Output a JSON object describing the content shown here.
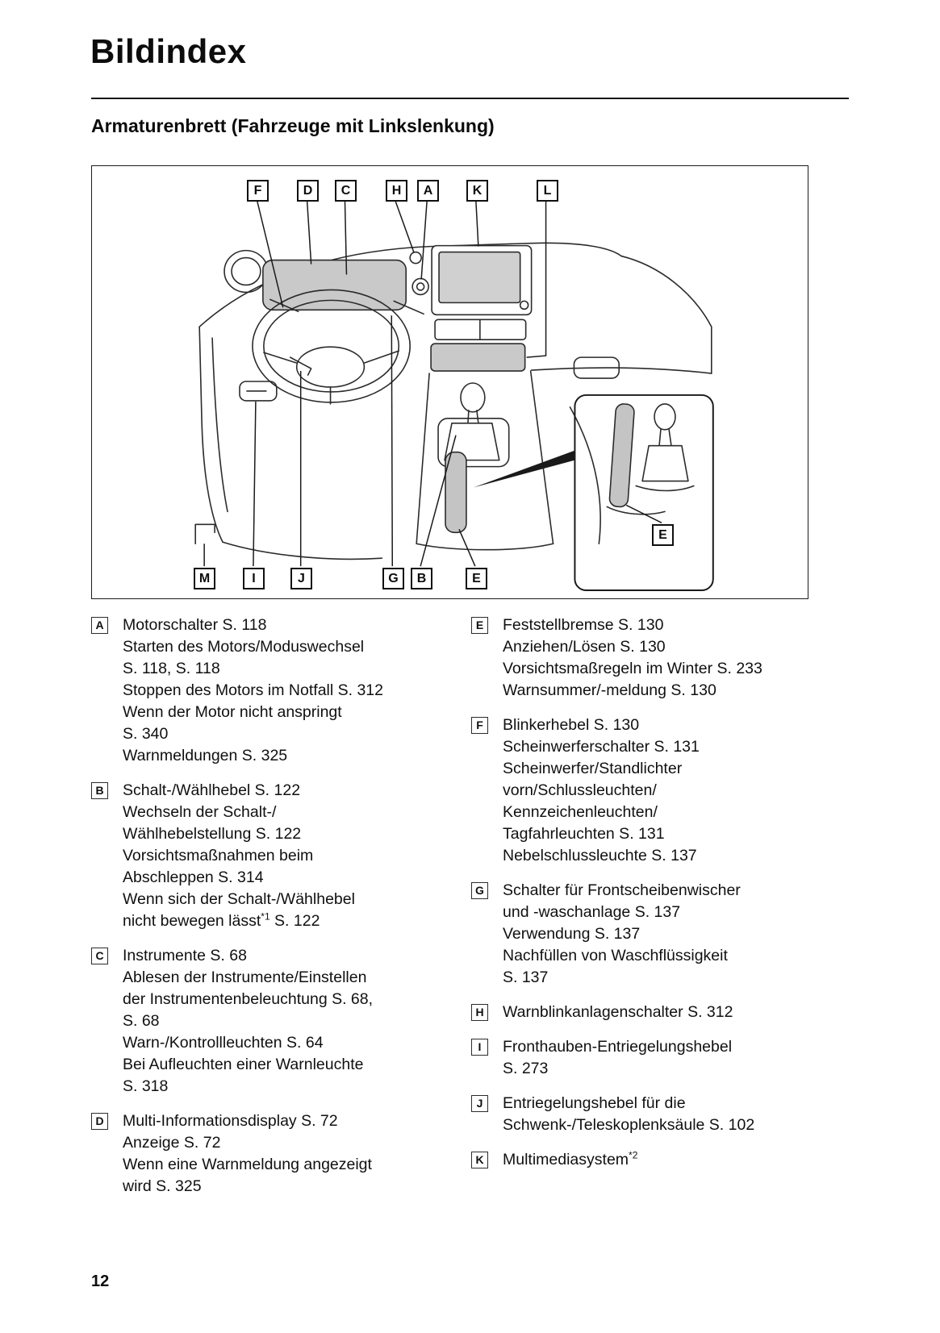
{
  "page": {
    "title": "Bildindex",
    "section_title": "Armaturenbrett (Fahrzeuge mit Linkslenkung)",
    "page_number": "12"
  },
  "diagram": {
    "callouts": [
      "F",
      "D",
      "C",
      "H",
      "A",
      "K",
      "L",
      "M",
      "I",
      "J",
      "G",
      "B",
      "E",
      "E"
    ]
  },
  "entries": {
    "left": [
      {
        "letter": "A",
        "title": "Motorschalter S. 118",
        "lines": [
          "Starten des Motors/Moduswechsel",
          "S. 118, S. 118",
          "Stoppen des Motors im Notfall S. 312",
          "Wenn der Motor nicht anspringt",
          "S. 340",
          "Warnmeldungen S. 325"
        ]
      },
      {
        "letter": "B",
        "title": "Schalt-/Wählhebel S. 122",
        "lines": [
          "Wechseln der Schalt-/",
          "Wählhebelstellung S. 122",
          "Vorsichtsmaßnahmen beim",
          "Abschleppen S. 314",
          "Wenn sich der Schalt-/Wählhebel"
        ],
        "sup_line": {
          "pre": "nicht bewegen lässt",
          "sup": "*1",
          "post": " S. 122"
        }
      },
      {
        "letter": "C",
        "title": "Instrumente S. 68",
        "lines": [
          "Ablesen der Instrumente/Einstellen",
          "der Instrumentenbeleuchtung S. 68,",
          "S. 68",
          "Warn-/Kontrollleuchten S. 64",
          "Bei Aufleuchten einer Warnleuchte",
          "S. 318"
        ]
      },
      {
        "letter": "D",
        "title": "Multi-Informationsdisplay S. 72",
        "lines": [
          "Anzeige S. 72",
          "Wenn eine Warnmeldung angezeigt",
          "wird S. 325"
        ]
      }
    ],
    "right": [
      {
        "letter": "E",
        "title": "Feststellbremse S. 130",
        "lines": [
          "Anziehen/Lösen S. 130",
          "Vorsichtsmaßregeln im Winter S. 233",
          "Warnsummer/-meldung S. 130"
        ]
      },
      {
        "letter": "F",
        "title": "Blinkerhebel S. 130",
        "lines": [
          "Scheinwerferschalter S. 131",
          "Scheinwerfer/Standlichter",
          "vorn/Schlussleuchten/",
          "Kennzeichenleuchten/",
          "Tagfahrleuchten S. 131",
          "Nebelschlussleuchte S. 137"
        ]
      },
      {
        "letter": "G",
        "title": "Schalter für Frontscheibenwischer",
        "lines": [
          "und -waschanlage S. 137",
          "Verwendung S. 137",
          "Nachfüllen von Waschflüssigkeit",
          "S. 137"
        ]
      },
      {
        "letter": "H",
        "title": "Warnblinkanlagenschalter S. 312",
        "lines": []
      },
      {
        "letter": "I",
        "title": "Fronthauben-Entriegelungshebel",
        "lines": [
          "S. 273"
        ]
      },
      {
        "letter": "J",
        "title": "Entriegelungshebel für die",
        "lines": [
          "Schwenk-/Teleskoplenksäule S. 102"
        ]
      },
      {
        "letter": "K",
        "title": "Multimediasystem",
        "title_sup": "*2",
        "lines": []
      }
    ]
  }
}
